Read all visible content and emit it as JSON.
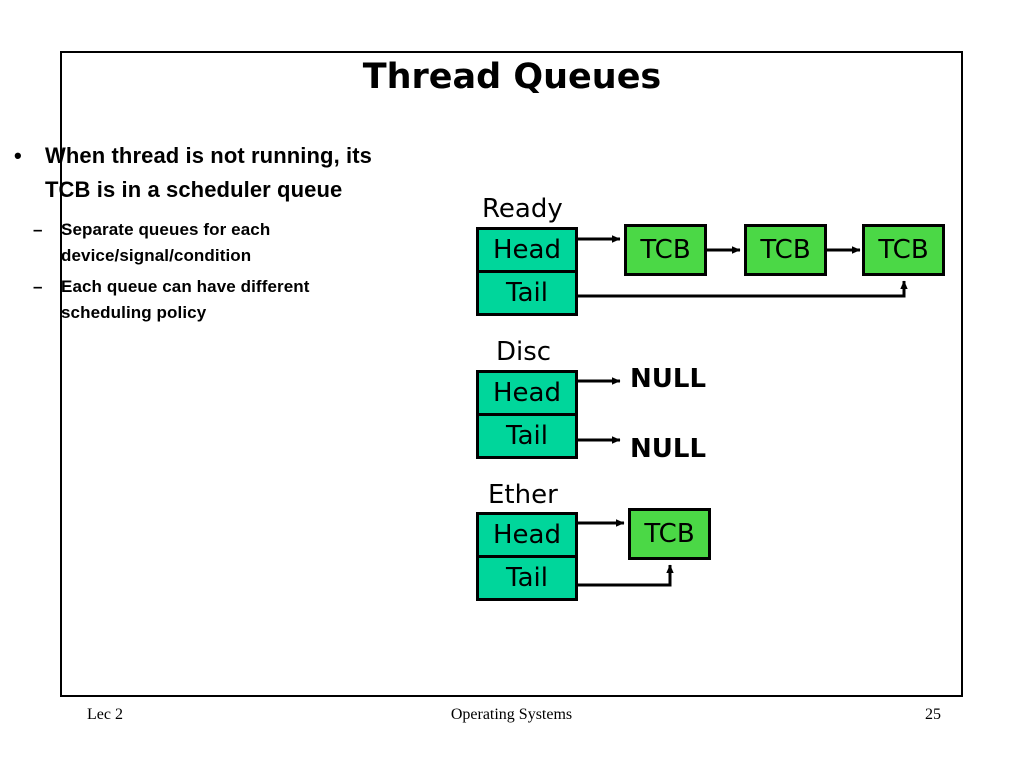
{
  "slide": {
    "title": "Thread Queues",
    "bullet": {
      "marker": "•",
      "text": "When thread is not running, its TCB is in a scheduler queue",
      "sub_marker": "–",
      "sub_items": [
        "Separate queues for each device/signal/condition",
        "Each queue can have different scheduling policy"
      ]
    },
    "queues": [
      {
        "name": "Ready",
        "head_label": "Head",
        "tail_label": "Tail",
        "nodes": [
          "TCB",
          "TCB",
          "TCB"
        ]
      },
      {
        "name": "Disc",
        "head_label": "Head",
        "tail_label": "Tail",
        "head_target": "NULL",
        "tail_target": "NULL"
      },
      {
        "name": "Ether",
        "head_label": "Head",
        "tail_label": "Tail",
        "nodes": [
          "TCB"
        ]
      }
    ],
    "colors": {
      "head_tail_fill": "#00D69B",
      "tcb_fill": "#4BD846",
      "stroke": "#000000",
      "background": "#FFFFFF"
    }
  },
  "footer": {
    "lecture": "Lec 2",
    "course": "Operating Systems",
    "page": "25"
  }
}
